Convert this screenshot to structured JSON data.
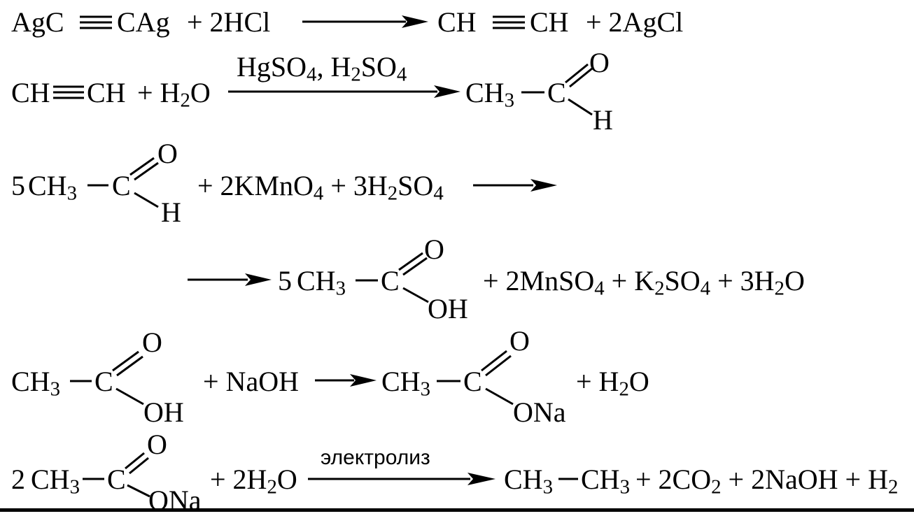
{
  "r1": {
    "reactant": "AgC",
    "reactant2": "CAg",
    "reagent": "+ 2HCl",
    "product1": "CH",
    "product2": "CH",
    "product3": "+ 2AgCl"
  },
  "r2": {
    "lhs1": "CH",
    "lhs2": "CH",
    "lhs3": "+ H",
    "lhs3_sub": "2",
    "lhs3_end": "O",
    "cond_a": "HgSO",
    "cond_a_sub": "4",
    "cond_b": ", H",
    "cond_b_sub": "2",
    "cond_c": "SO",
    "cond_c_sub": "4",
    "prod_ch": "CH",
    "prod_sub": "3",
    "prod_c": "C",
    "prod_o": "O",
    "prod_h": "H"
  },
  "r3": {
    "coef": "5",
    "ch": "CH",
    "ch_sub": "3",
    "c": "C",
    "o": "O",
    "h": "H",
    "rest_a": "+ 2KMnO",
    "rest_a_sub": "4",
    "rest_b": "+ 3H",
    "rest_b_sub": "2",
    "rest_c": "SO",
    "rest_c_sub": "4"
  },
  "r4": {
    "coef": "5",
    "ch": "CH",
    "ch_sub": "3",
    "c": "C",
    "o": "O",
    "oh": "OH",
    "rest_a": "+ 2MnSO",
    "rest_a_sub": "4",
    "rest_b": "+ K",
    "rest_b_sub": "2",
    "rest_c": "SO",
    "rest_c_sub": "4",
    "rest_d": "+ 3H",
    "rest_d_sub": "2",
    "rest_e": "O"
  },
  "r5": {
    "ch": "CH",
    "ch_sub": "3",
    "c": "C",
    "o": "O",
    "oh": "OH",
    "reagent": "+ NaOH",
    "p_ch": "CH",
    "p_sub": "3",
    "p_c": "C",
    "p_o": "O",
    "p_ona": "ONa",
    "rest_a": "+ H",
    "rest_a_sub": "2",
    "rest_b": "O"
  },
  "r6": {
    "coef": "2",
    "ch": "CH",
    "ch_sub": "3",
    "c": "C",
    "o": "O",
    "ona": "ONa",
    "water_a": "+ 2H",
    "water_sub": "2",
    "water_b": "O",
    "condition": "электролиз",
    "p1": "CH",
    "p1_sub": "3",
    "p2": "CH",
    "p2_sub": "3",
    "p3": "+ 2CO",
    "p3_sub": "2",
    "p4": "+ 2NaOH + H",
    "p4_sub": "2"
  }
}
